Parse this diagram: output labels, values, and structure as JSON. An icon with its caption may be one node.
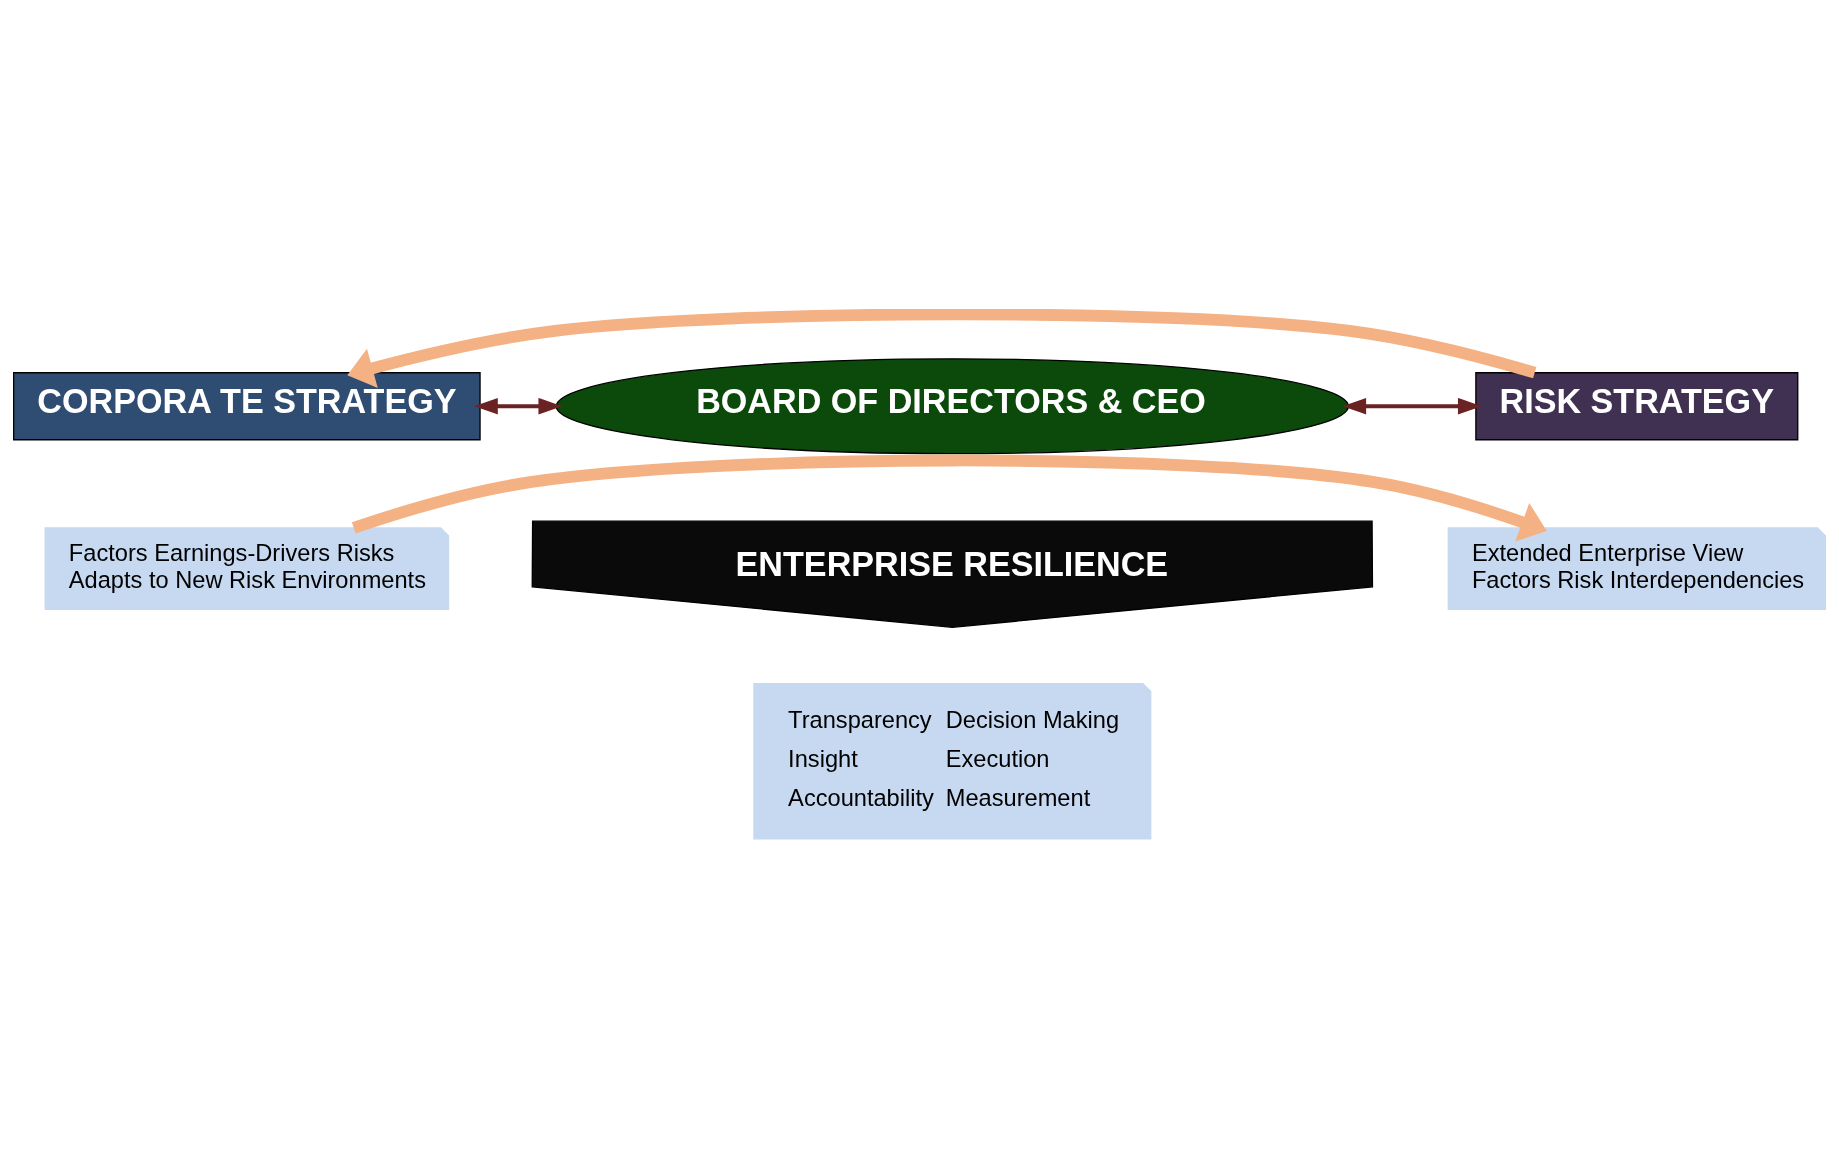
{
  "diagram": {
    "nodes": [
      {
        "text": [
          "CORPORA TE STRATEGY"
        ]
      },
      {
        "text": [
          "Factors Earnings-Drivers Risks",
          "Adapts to New Risk Environments"
        ]
      },
      {
        "text": [
          "BOARD OF DIRECTORS & CEO"
        ]
      },
      {
        "text": [
          "RISK STRATEGY"
        ]
      },
      {
        "text": [
          "Extended Enterprise View",
          "Factors Risk Interdependencies"
        ]
      },
      {
        "text": [
          "ENTERPRISE RESILIENCE"
        ]
      },
      {
        "text": [
          "Transparency",
          "Decision Making",
          "Insight",
          "Execution",
          "Accountability",
          "Measurement"
        ]
      }
    ],
    "edges": [
      {
        "from": 0,
        "to": 2,
        "arrow": "both",
        "color": "#6b2222"
      },
      {
        "from": 2,
        "to": 3,
        "arrow": "both",
        "color": "#6b2222"
      },
      {
        "from": 3,
        "to": 0,
        "arrow": "to",
        "style": "thick",
        "color": "#f4b183"
      },
      {
        "from": 1,
        "to": 4,
        "arrow": "to",
        "style": "thick",
        "color": "#f4b183"
      }
    ]
  }
}
